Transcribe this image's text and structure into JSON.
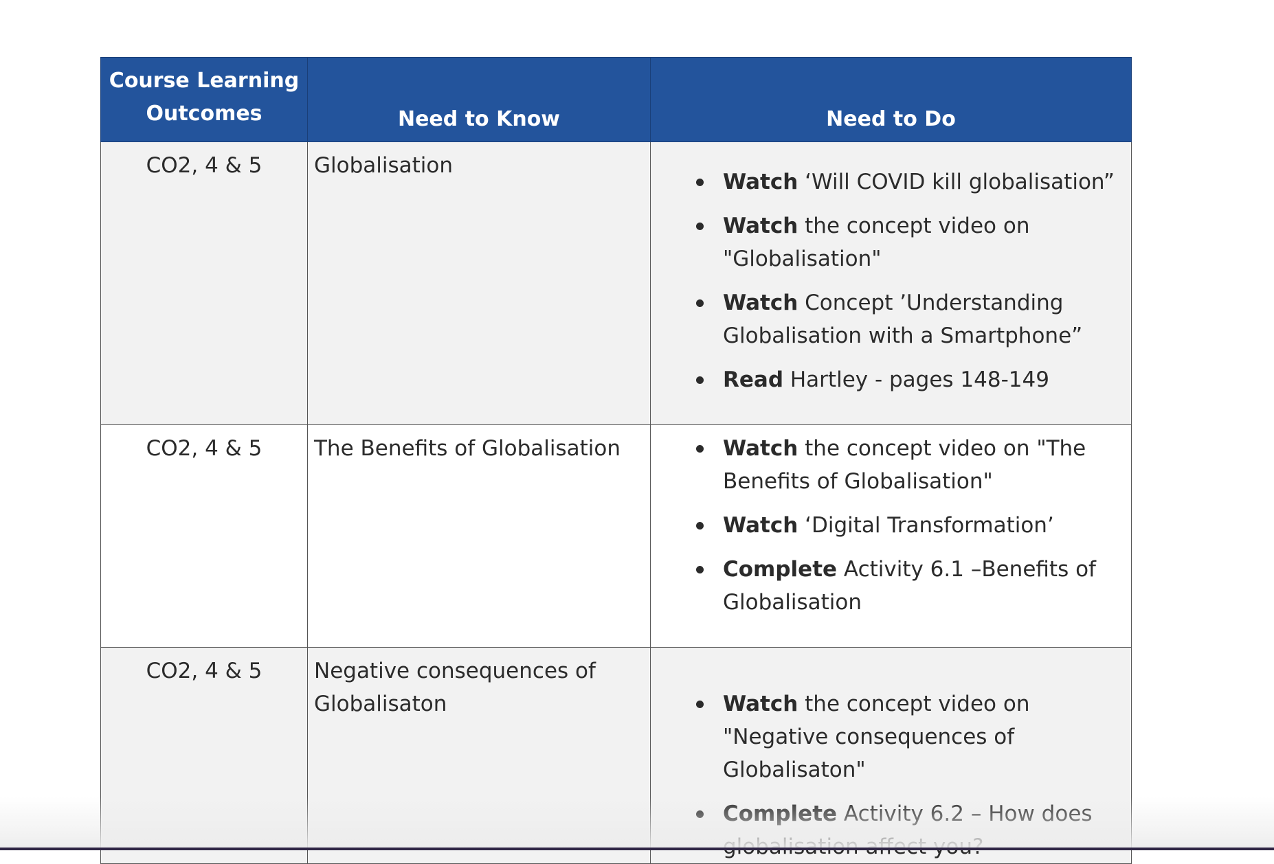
{
  "table": {
    "headers": {
      "outcomes_line1": "Course Learning",
      "outcomes_line2": "Outcomes",
      "need_to_know": "Need to Know",
      "need_to_do": "Need to Do"
    },
    "rows": [
      {
        "outcomes": "CO2, 4 & 5",
        "topic": "Globalisation",
        "tasks": [
          {
            "verb": "Watch",
            "text": " ‘Will COVID kill globalisation”"
          },
          {
            "verb": "Watch",
            "text": " the concept video on \"Globalisation\""
          },
          {
            "verb": "Watch",
            "text": " Concept ’Understanding Globalisation with a Smartphone”"
          },
          {
            "verb": "Read",
            "text": " Hartley - pages 148-149"
          }
        ]
      },
      {
        "outcomes": "CO2, 4 & 5",
        "topic": "The Benefits of Globalisation",
        "tasks": [
          {
            "verb": "Watch",
            "text": " the concept video on \"The Benefits of Globalisation\""
          },
          {
            "verb": "Watch",
            "text": " ‘Digital Transformation’"
          },
          {
            "verb": "Complete",
            "text": " Activity 6.1 –Benefits of Globalisation"
          }
        ]
      },
      {
        "outcomes": "CO2, 4 & 5",
        "topic": " Negative consequences of Globalisaton",
        "tasks": [
          {
            "verb": "Watch",
            "text": " the concept video on \"Negative consequences of Globalisaton\""
          },
          {
            "verb": "Complete",
            "text": " Activity 6.2 – How does globalisation affect you?"
          }
        ]
      }
    ]
  },
  "colors": {
    "header_bg": "#23549c",
    "header_text": "#ffffff",
    "shaded_row": "#f2f2f2",
    "plain_row": "#ffffff"
  }
}
